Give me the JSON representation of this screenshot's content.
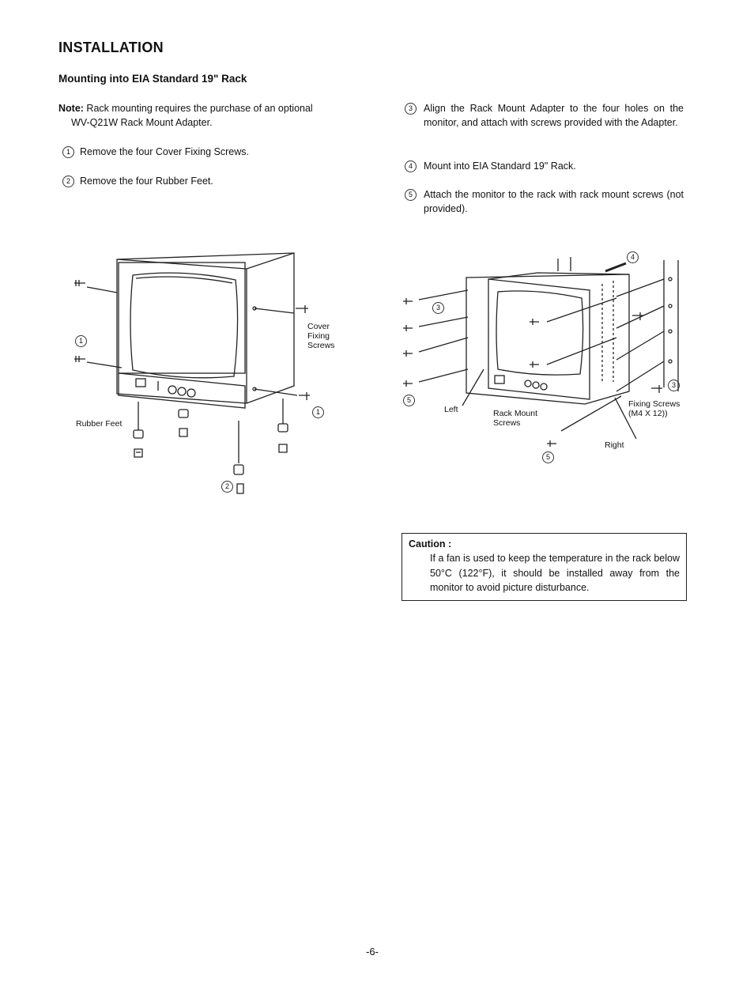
{
  "heading": "INSTALLATION",
  "subheading": "Mounting into EIA Standard 19\" Rack",
  "note": {
    "label": "Note:",
    "line1": " Rack mounting requires the purchase of an optional",
    "line2": "WV-Q21W Rack Mount Adapter."
  },
  "steps": [
    {
      "num": "1",
      "text": "Remove the four Cover Fixing Screws."
    },
    {
      "num": "2",
      "text": "Remove the four Rubber Feet."
    },
    {
      "num": "3",
      "text": "Align the Rack Mount Adapter to the four holes on the monitor, and attach with screws provided with the Adapter."
    },
    {
      "num": "4",
      "text": "Mount into EIA Standard 19\" Rack."
    },
    {
      "num": "5",
      "text": "Attach the monitor to the rack with rack mount screws (not provided)."
    }
  ],
  "figure_left": {
    "cover_label_1": "Cover",
    "cover_label_2": "Fixing",
    "cover_label_3": "Screws",
    "rubber_feet": "Rubber Feet",
    "callout_1a": "1",
    "callout_1b": "1",
    "callout_2": "2"
  },
  "figure_right": {
    "left": "Left",
    "right": "Right",
    "rack_mount_1": "Rack Mount",
    "rack_mount_2": "Screws",
    "fixing_1": "Fixing Screws",
    "fixing_2": "(M4 X 12))",
    "callout_3a": "3",
    "callout_3b": "3",
    "callout_4": "4",
    "callout_5a": "5",
    "callout_5b": "5"
  },
  "caution": {
    "title": "Caution :",
    "text": "If a fan is used to keep the temperature in the rack below 50°C (122°F), it should be installed away from the monitor to avoid picture disturbance."
  },
  "page_number": "-6-"
}
